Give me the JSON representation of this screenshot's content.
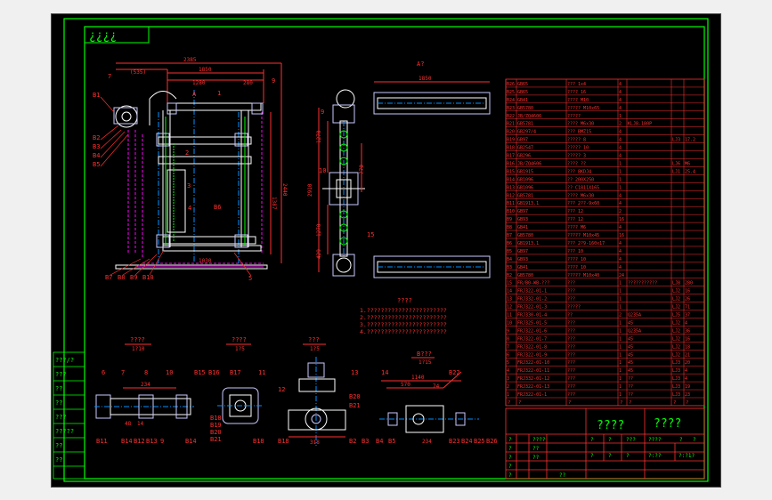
{
  "colors": {
    "background": "#000000",
    "frame": "#00ff00",
    "line": "#ffffff",
    "dimension": "#ff3030",
    "hidden": "#ff00ff",
    "centerline": "#0090ff",
    "text_cyan": "#00ffff",
    "part": "#c8c8ff"
  },
  "header_tag": "¿¿¿¿",
  "front_view": {
    "dim_total": "2385",
    "dim_paren": "(535)",
    "dim_1850": "1850",
    "dim_1280": "1280",
    "dim_280": "280",
    "dim_bottom": "1030",
    "v_1387": "1387",
    "v_2440": "2440",
    "label_A": "A",
    "callouts": [
      "1",
      "2",
      "3",
      "4",
      "5",
      "7",
      "9",
      "B6"
    ],
    "left_labels": [
      "B1",
      "B2",
      "B3",
      "B4",
      "B5"
    ],
    "bottom_labels": [
      "B7",
      "B8",
      "B9",
      "B10"
    ]
  },
  "side_view": {
    "title": "A?",
    "dim_top": "1850",
    "v_dims": [
      "1270",
      "2910",
      "770",
      "1270",
      "429"
    ],
    "callouts": [
      "9",
      "10",
      "15"
    ]
  },
  "tech_notes": {
    "title": "????",
    "lines": [
      "1.???????????????????????",
      "2.???????????????????????",
      "3.???????????????????????",
      "4.???????????????????????"
    ]
  },
  "detail_views": [
    {
      "title": "????",
      "scale": "1?10",
      "callouts": [
        "6",
        "7",
        "8",
        "10"
      ],
      "dims": [
        "234",
        "48",
        "14"
      ],
      "bottom_labels": [
        "B11",
        "B14",
        "B12",
        "B13",
        "9",
        "B14"
      ]
    },
    {
      "title": "????",
      "scale": "1?5",
      "callouts": [
        "B15",
        "B16",
        "B17",
        "11"
      ],
      "bottom_labels": [
        "B18",
        "B19",
        "B20",
        "B21",
        "B18"
      ]
    },
    {
      "title": "???",
      "scale": "1?5",
      "callouts": [
        "13",
        "12",
        "B20",
        "B21"
      ],
      "dims": [
        "318"
      ],
      "bottom_labels": [
        "B18",
        "B2",
        "B3"
      ]
    },
    {
      "title": "B???",
      "scale": "1?15",
      "callouts": [
        "14",
        "B22"
      ],
      "dims": [
        "1140",
        "570",
        "74",
        "234"
      ],
      "bottom_labels": [
        "B4",
        "B5",
        "B23",
        "B24",
        "B25",
        "B26"
      ]
    }
  ],
  "bom": {
    "rows": [
      [
        "B26",
        "GB65",
        "??? 1x4",
        "4",
        "",
        "",
        ""
      ],
      [
        "B25",
        "GB65",
        "???? 16",
        "4",
        "",
        "",
        ""
      ],
      [
        "B24",
        "GB41",
        "???? M10",
        "4",
        "",
        "",
        ""
      ],
      [
        "B23",
        "GB5780",
        "????? M10x65",
        "4",
        "",
        "",
        ""
      ],
      [
        "B22",
        "JB/ZQ4606",
        "?????",
        "1",
        "",
        "",
        ""
      ],
      [
        "B21",
        "GB5781",
        "???? M6x30",
        "2",
        "KLJ8-180P",
        "",
        ""
      ],
      [
        "B20",
        "GB297/4",
        "??? BMZ15",
        "4",
        "",
        "",
        ""
      ],
      [
        "B19",
        "GB97",
        "????? 8",
        "4",
        "",
        "LJ3",
        "17.2"
      ],
      [
        "B18",
        "GB2547",
        "????? 10",
        "4",
        "",
        "",
        ""
      ],
      [
        "B17",
        "GB296",
        "????? 3",
        "4",
        "",
        "",
        ""
      ],
      [
        "B16",
        "JB/ZQ4606",
        "???? ??",
        "1",
        "",
        "LJ6",
        "M6"
      ],
      [
        "B15",
        "GB1915",
        "??? 8KDJ4",
        "1",
        "",
        "LJ1",
        "25.4"
      ],
      [
        "B14",
        "GB1096",
        "?? 200X250",
        "1",
        "",
        "",
        ""
      ],
      [
        "B13",
        "GB1096",
        "?? C1811X165",
        "1",
        "",
        "",
        ""
      ],
      [
        "B12",
        "GB5781",
        "???? M6x30",
        "4",
        "",
        "",
        ""
      ],
      [
        "B11",
        "GB1913.1",
        "??? 2??-9x60",
        "4",
        "",
        "",
        ""
      ],
      [
        "B10",
        "GB97",
        "??? 12",
        "2",
        "",
        "",
        ""
      ],
      [
        "B9",
        "GB93",
        "??? 12",
        "16",
        "",
        "",
        ""
      ],
      [
        "B8",
        "GB41",
        "???? M6",
        "4",
        "",
        "",
        ""
      ],
      [
        "B7",
        "GB5780",
        "????? M10x45",
        "16",
        "",
        "",
        ""
      ],
      [
        "B6",
        "GB1913.1",
        "??? 2?9-160x17",
        "4",
        "",
        "",
        ""
      ],
      [
        "B5",
        "GB97",
        "??? 10",
        "4",
        "",
        "",
        ""
      ],
      [
        "B4",
        "GB93",
        "???? 10",
        "4",
        "",
        "",
        ""
      ],
      [
        "B3",
        "GB41",
        "???? 10",
        "4",
        "",
        "",
        ""
      ],
      [
        "B2",
        "GB5780",
        "????? M10x40",
        "24",
        "",
        "",
        ""
      ],
      [
        "15",
        "FR/B0-WB-???",
        "???",
        "1",
        "???????????",
        "LJ8",
        "280"
      ],
      [
        "14",
        "FRJ322-01-1",
        "???",
        "1",
        "",
        "LJ2",
        "16"
      ],
      [
        "13",
        "FRJ332-01-2",
        "???",
        "1",
        "",
        "LJ2",
        "26"
      ],
      [
        "12",
        "FRJ322-01-3",
        "?????",
        "1",
        "",
        "LJ2",
        "71"
      ],
      [
        "11",
        "FRJ330-01-4",
        "??",
        "2",
        "Q235A",
        "LJ5",
        "37"
      ],
      [
        "10",
        "FRJ325-01-5",
        "???",
        "1",
        "45",
        "LJ2",
        "4"
      ],
      [
        "9",
        "FRJ322-01-6",
        "???",
        "1",
        "Q235A",
        "LJ2",
        "36"
      ],
      [
        "8",
        "FRJ322-01-7",
        "???",
        "1",
        "45",
        "LJ2",
        "16"
      ],
      [
        "7",
        "FRJ322-01-8",
        "???",
        "1",
        "45",
        "LJ2",
        "18"
      ],
      [
        "6",
        "FRJ322-01-9",
        "???",
        "1",
        "45",
        "LJ2",
        "21"
      ],
      [
        "5",
        "FRJ322-01-10",
        "???",
        "1",
        "45",
        "LJ3",
        "20"
      ],
      [
        "4",
        "FRJ322-01-11",
        "???",
        "1",
        "45",
        "LJ3",
        "4"
      ],
      [
        "3",
        "FRJ332-01-12",
        "???",
        "1",
        "??",
        "LJ3",
        "4"
      ],
      [
        "2",
        "FRJ322-01-13",
        "???",
        "1",
        "??",
        "LJ3",
        "19"
      ],
      [
        "1",
        "FRJ322-01-1",
        "???",
        "1",
        "??",
        "LJ3",
        "23"
      ]
    ],
    "header": [
      "?",
      "?",
      "?",
      "?",
      "?",
      "?",
      "?"
    ]
  },
  "title_block": {
    "drawing_name": "????",
    "company": "????",
    "left_labels": [
      "?",
      "?",
      "?",
      "?",
      "?"
    ],
    "middle_labels": [
      "????",
      "??",
      "??",
      "??"
    ],
    "mid_cells": [
      "?",
      "?",
      "???",
      "?",
      "?",
      "?"
    ],
    "right_cells": [
      "????",
      "?",
      "?"
    ],
    "right_bottom": [
      "?:??",
      "?:?1?"
    ]
  },
  "left_strip": [
    "???/?",
    "???",
    "??",
    "??",
    "???",
    "?????",
    "??",
    "??"
  ],
  "sheet_bottom_cells": [
    "??",
    "???"
  ]
}
